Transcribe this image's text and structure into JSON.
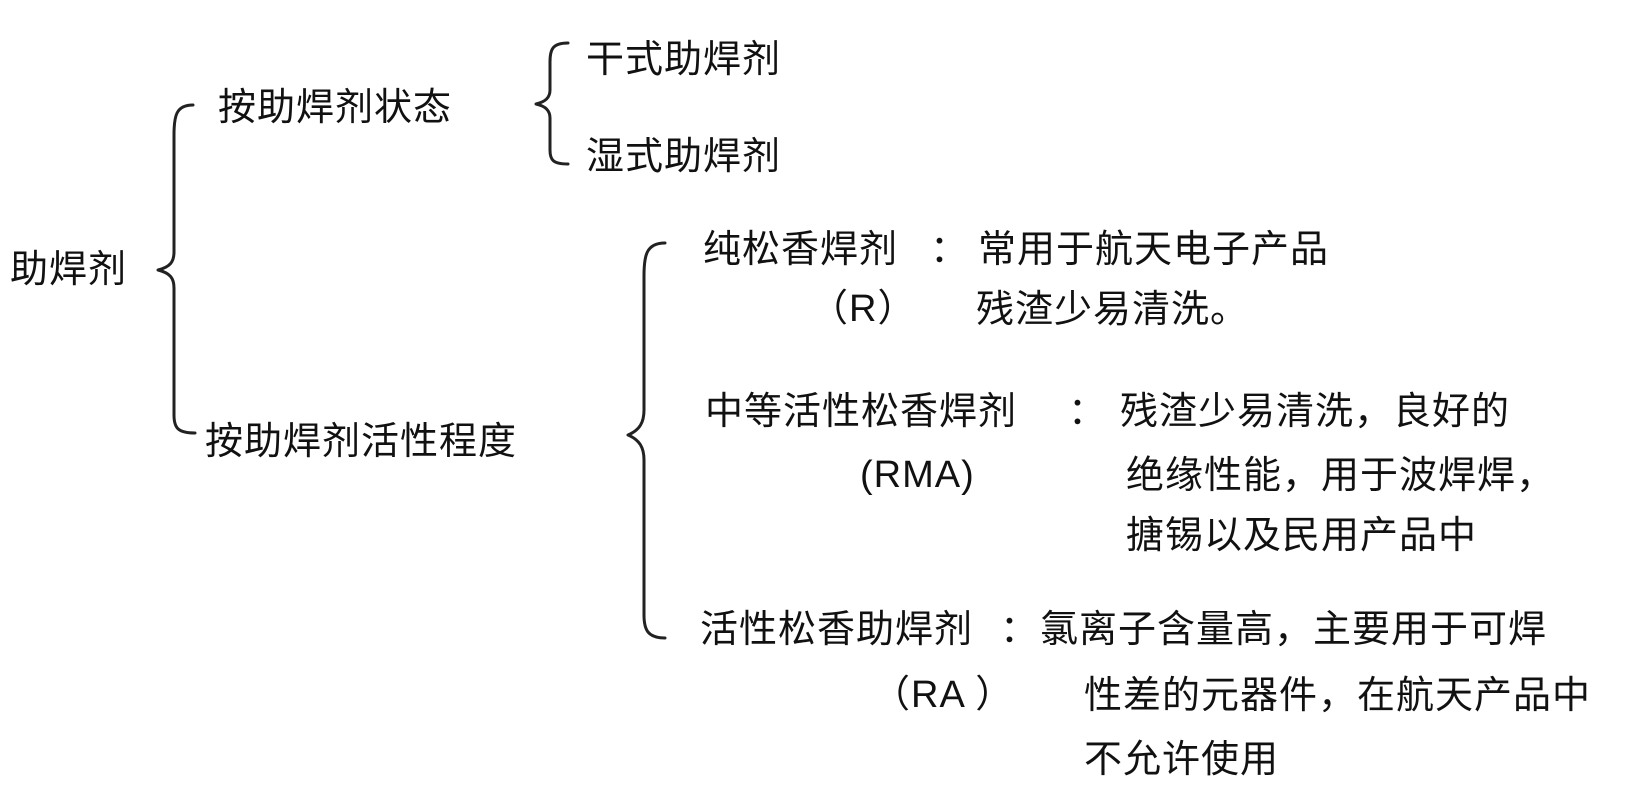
{
  "root": {
    "label": "助焊剂"
  },
  "branch_state": {
    "label": "按助焊剂状态",
    "items": [
      "干式助焊剂",
      "湿式助焊剂"
    ]
  },
  "branch_activity": {
    "label": "按助焊剂活性程度",
    "types": [
      {
        "name": "纯松香焊剂",
        "code": "（R）",
        "colon": "：",
        "desc": [
          "常用于航天电子产品",
          "残渣少易清洗。"
        ]
      },
      {
        "name": "中等活性松香焊剂",
        "code": "(RMA)",
        "colon": "：",
        "desc": [
          "残渣少易清洗，良好的",
          "绝缘性能，用于波焊焊，",
          "搪锡以及民用产品中"
        ]
      },
      {
        "name": "活性松香助焊剂",
        "code": "（RA ）",
        "colon": "：",
        "desc": [
          "氯离子含量高，主要用于可焊",
          "性差的元器件，在航天产品中",
          "不允许使用"
        ]
      }
    ]
  }
}
